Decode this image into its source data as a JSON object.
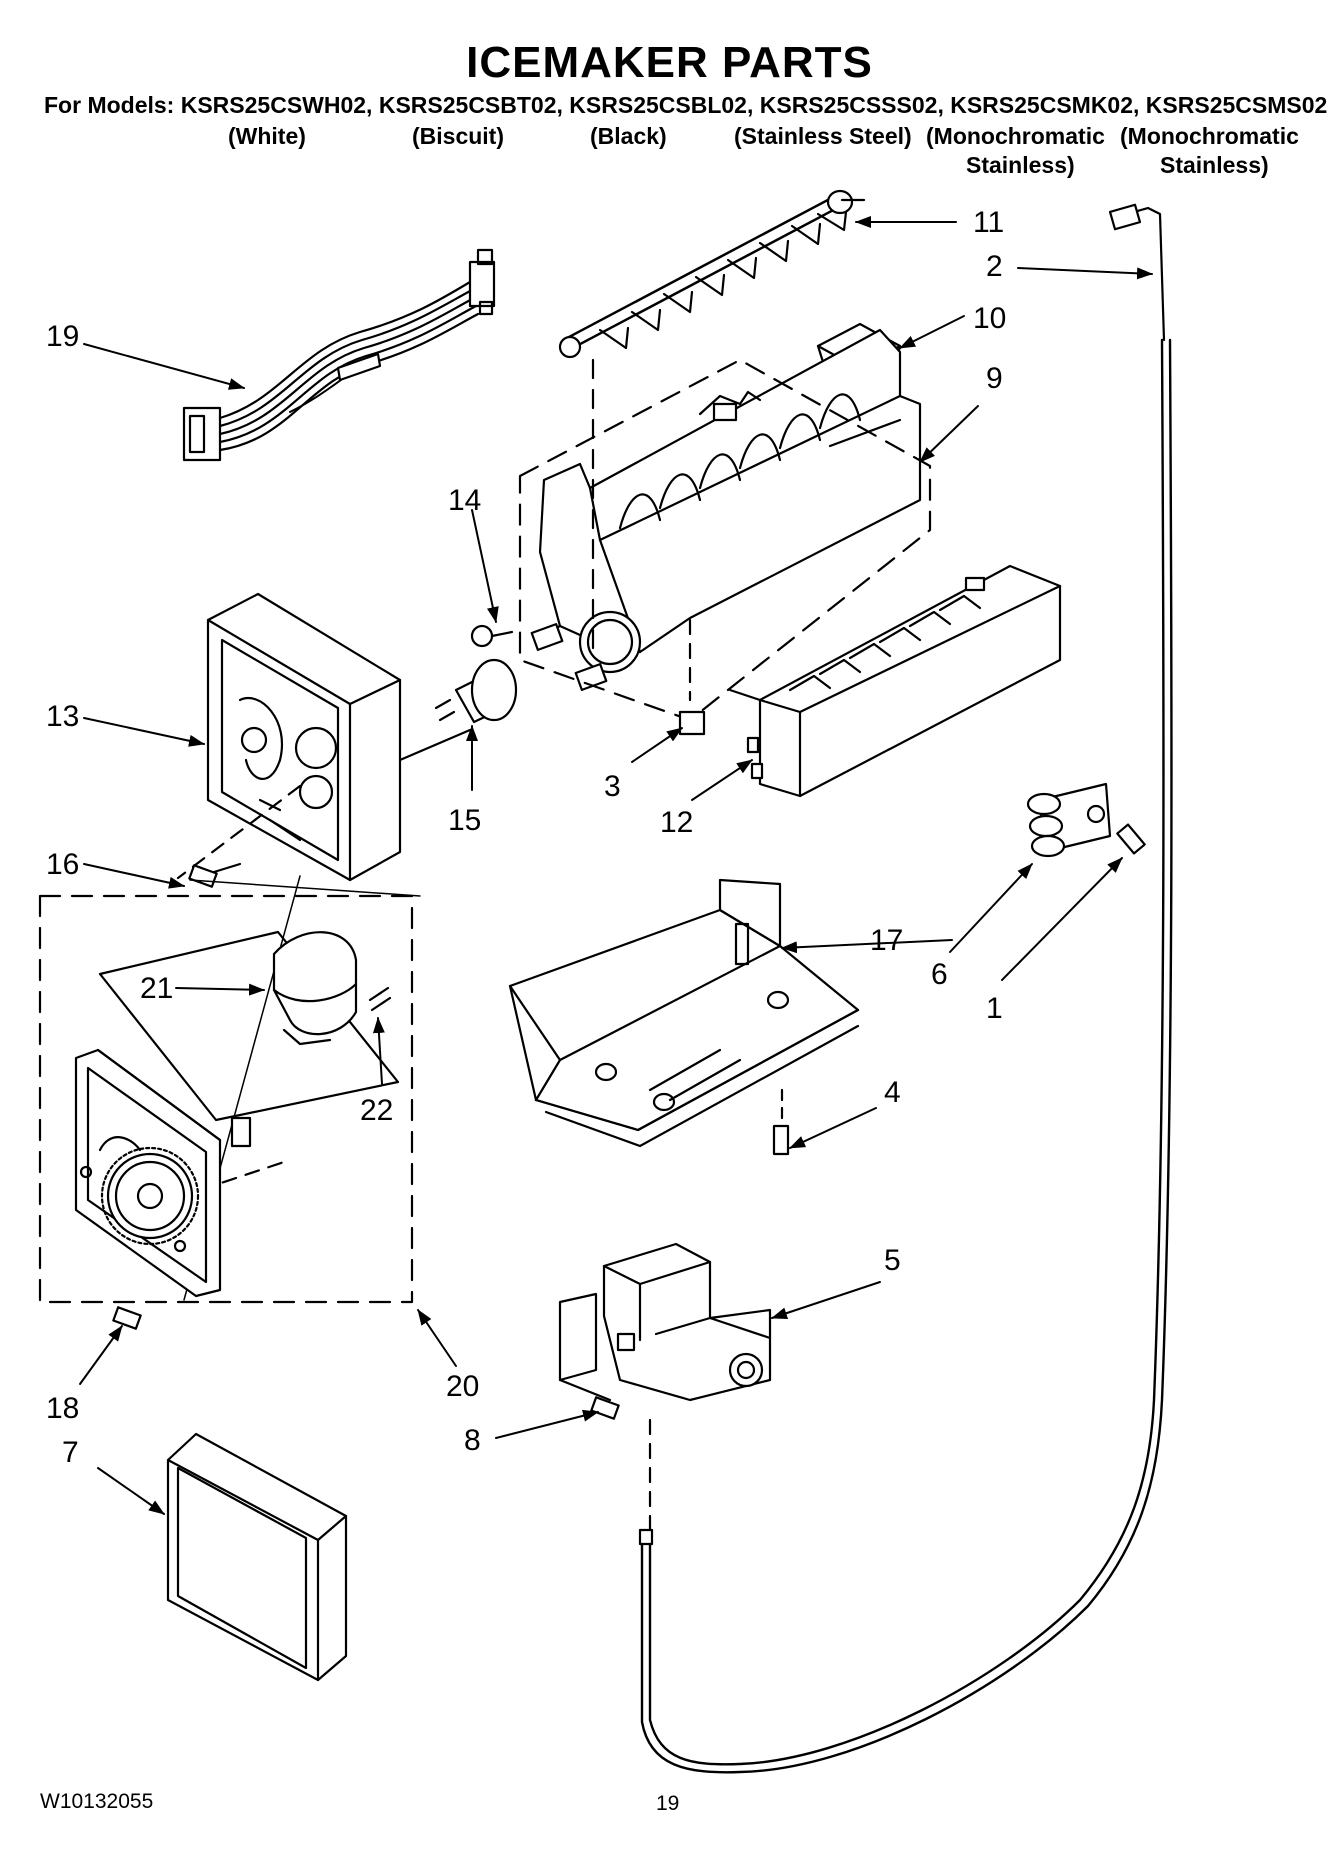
{
  "page": {
    "title": "ICEMAKER PARTS",
    "models_line": "For Models: KSRS25CSWH02, KSRS25CSBT02, KSRS25CSBL02, KSRS25CSSS02, KSRS25CSMK02, KSRS25CSMS02",
    "variants": {
      "white": "(White)",
      "biscuit": "(Biscuit)",
      "black": "(Black)",
      "stainless": "(Stainless Steel)",
      "mono1_line1": "(Monochromatic",
      "mono1_line2": "Stainless)",
      "mono2_line1": "(Monochromatic",
      "mono2_line2": "Stainless)"
    },
    "doc_number": "W10132055",
    "page_number": "19"
  },
  "callouts": {
    "c1": "1",
    "c2": "2",
    "c3": "3",
    "c4": "4",
    "c5": "5",
    "c6": "6",
    "c7": "7",
    "c8": "8",
    "c9": "9",
    "c10": "10",
    "c11": "11",
    "c12": "12",
    "c13": "13",
    "c14": "14",
    "c15": "15",
    "c16": "16",
    "c17": "17",
    "c18": "18",
    "c19": "19",
    "c20": "20",
    "c21": "21",
    "c22": "22"
  }
}
